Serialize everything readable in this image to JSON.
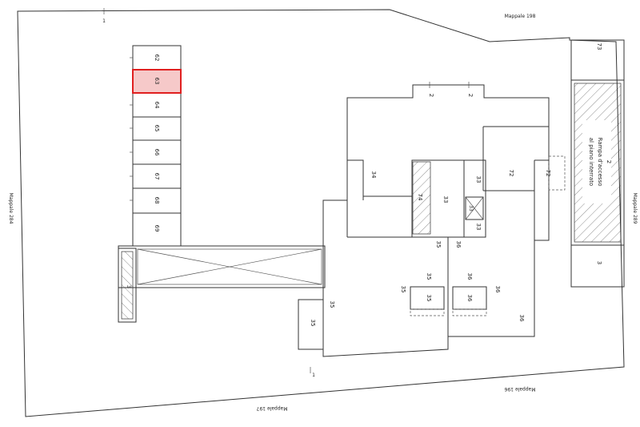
{
  "plan": {
    "title": "Floor plan – underground parking",
    "neighbours": {
      "top": "Mappale 198",
      "left": "Mappale 284",
      "right": "Mappale 289",
      "bottom_left": "Mappale 197",
      "bottom_right": "Mappale 196"
    },
    "garages": [
      "62",
      "63",
      "64",
      "65",
      "66",
      "67",
      "68",
      "69"
    ],
    "highlighted_garage": "63",
    "highlight_color": "#e02020",
    "ramp_label_1": "2",
    "ramp_label_2": "Rampa d'accesso",
    "ramp_label_3": "al piano interrato",
    "labels": {
      "l73": "73",
      "l2a": "2",
      "l2b": "2",
      "l34": "34",
      "l33a": "33",
      "l33b": "33",
      "l33c": "33",
      "l33d": "33",
      "l72a": "72",
      "l72b": "72",
      "l74": "74",
      "l35a": "35",
      "l35b": "35",
      "l35c": "35",
      "l35d": "35",
      "l35e": "35",
      "l35f": "35",
      "l36a": "36",
      "l36b": "36",
      "l36c": "36",
      "l36d": "36",
      "l36e": "36",
      "l3a": "3",
      "l3b": "3",
      "l1a": "1",
      "l1b": "1"
    }
  }
}
